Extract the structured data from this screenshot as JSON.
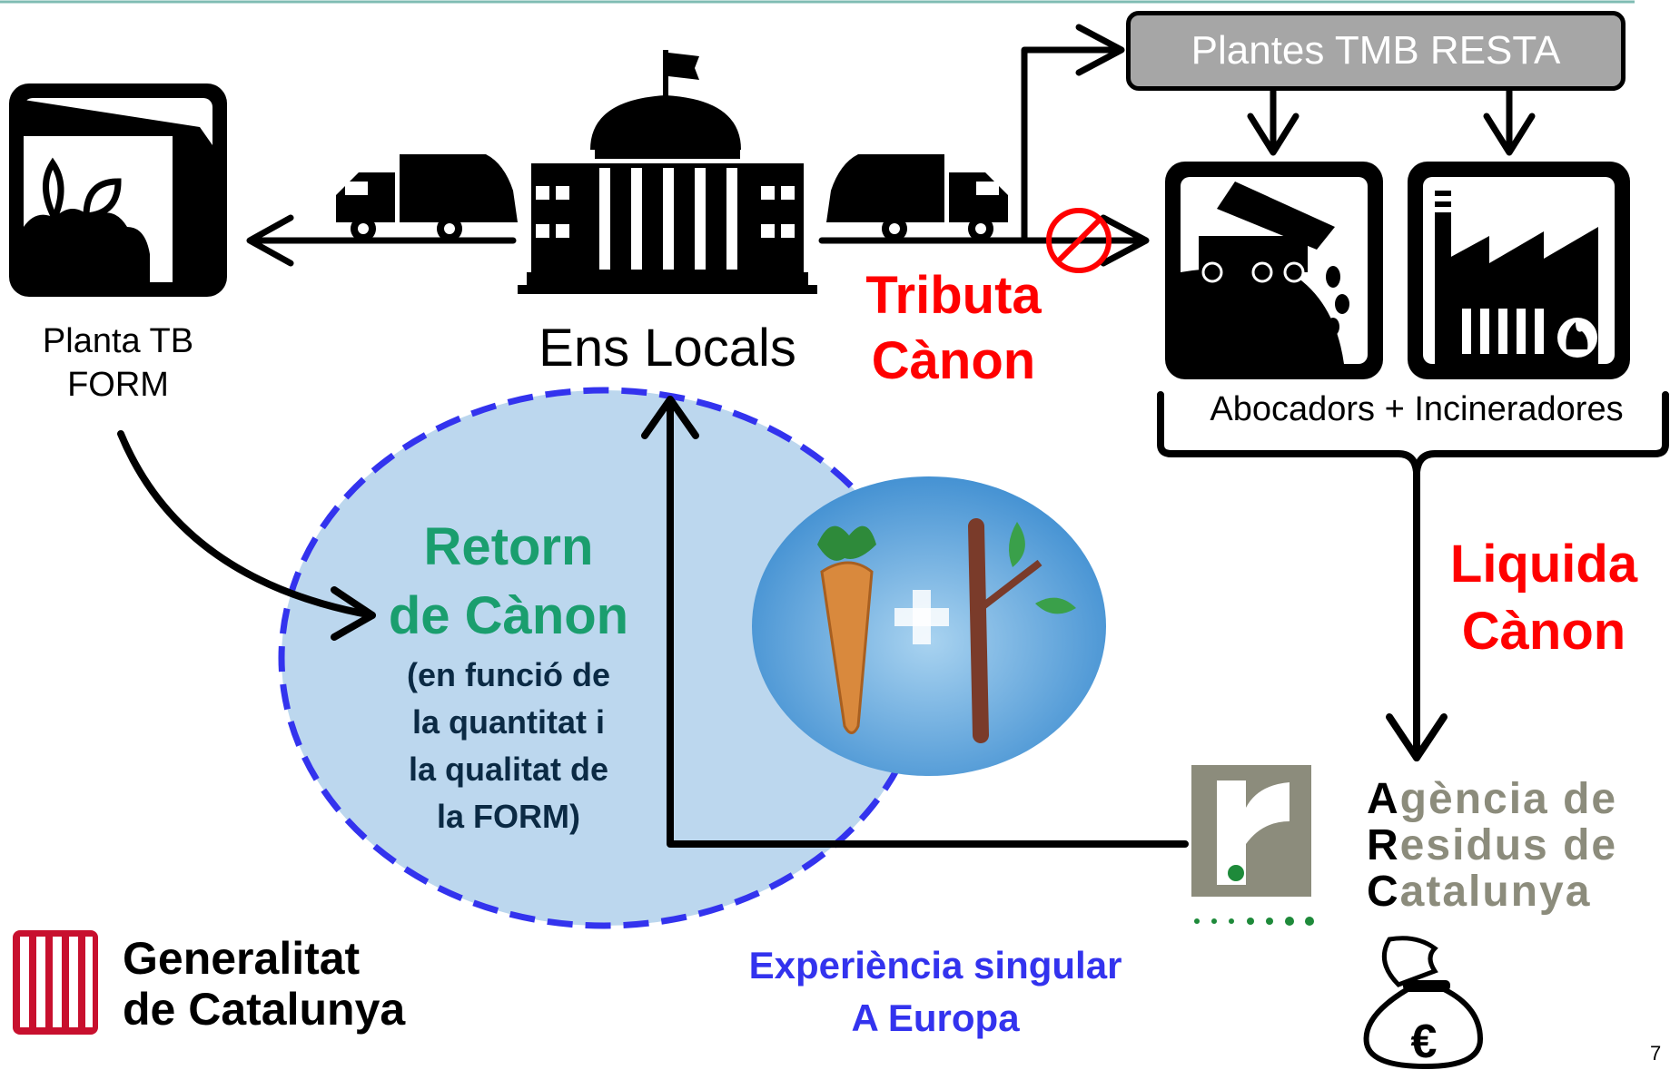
{
  "tmb_box": {
    "label": "Plantes TMB RESTA"
  },
  "planta": {
    "line1": "Planta TB",
    "line2": "FORM"
  },
  "ens_locals": {
    "label": "Ens Locals"
  },
  "tributa": {
    "line1": "Tributa",
    "line2": "Cànon"
  },
  "abocadors": {
    "label": "Abocadors + Incineradores"
  },
  "liquida": {
    "line1": "Liquida",
    "line2": "Cànon"
  },
  "retorn": {
    "line1": "Retorn",
    "line2": "de Cànon",
    "sub1": "(en funció de",
    "sub2": "la quantitat i",
    "sub3": "la qualitat de",
    "sub4": "la FORM)"
  },
  "arc": {
    "l1_initial": "A",
    "l1_rest": "gència de",
    "l2_initial": "R",
    "l2_rest": "esidus de",
    "l3_initial": "C",
    "l3_rest": "atalunya"
  },
  "generalitat": {
    "line1": "Generalitat",
    "line2": "de Catalunya"
  },
  "experiencia": {
    "line1": "Experiència singular",
    "line2": "A Europa"
  },
  "page_number": "7",
  "colors": {
    "red": "#ff0000",
    "green": "#1a9e6e",
    "blue_dashed": "#3333ee",
    "ellipse_fill": "#bcd7ee",
    "arc_gray": "#8c8c7c",
    "arc_green": "#1e8a3a",
    "tmb_gray": "#a6a6a6"
  },
  "icons": [
    "compost-plant-icon",
    "garbage-truck-icon",
    "town-hall-icon",
    "landfill-icon",
    "incinerator-icon",
    "no-entry-icon",
    "carrot-branch-icon",
    "money-bag-euro-icon",
    "arc-logo",
    "generalitat-logo"
  ]
}
